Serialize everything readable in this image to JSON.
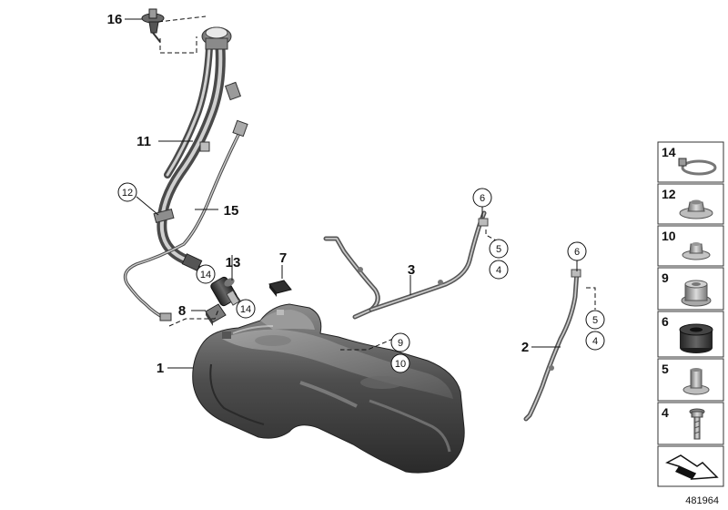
{
  "part_labels": [
    "16",
    "11",
    "12",
    "15",
    "13",
    "14",
    "14",
    "8",
    "7",
    "3",
    "6",
    "5",
    "4",
    "9",
    "10",
    "1",
    "6",
    "5",
    "4",
    "2"
  ],
  "legend": [
    "14",
    "12",
    "10",
    "9",
    "6",
    "5",
    "4"
  ],
  "reference_number": "481964",
  "colors": {
    "part_dark": "#3c3c3c",
    "part_mid": "#6e6e6e",
    "part_light": "#b9b9b9",
    "line": "#111111"
  }
}
